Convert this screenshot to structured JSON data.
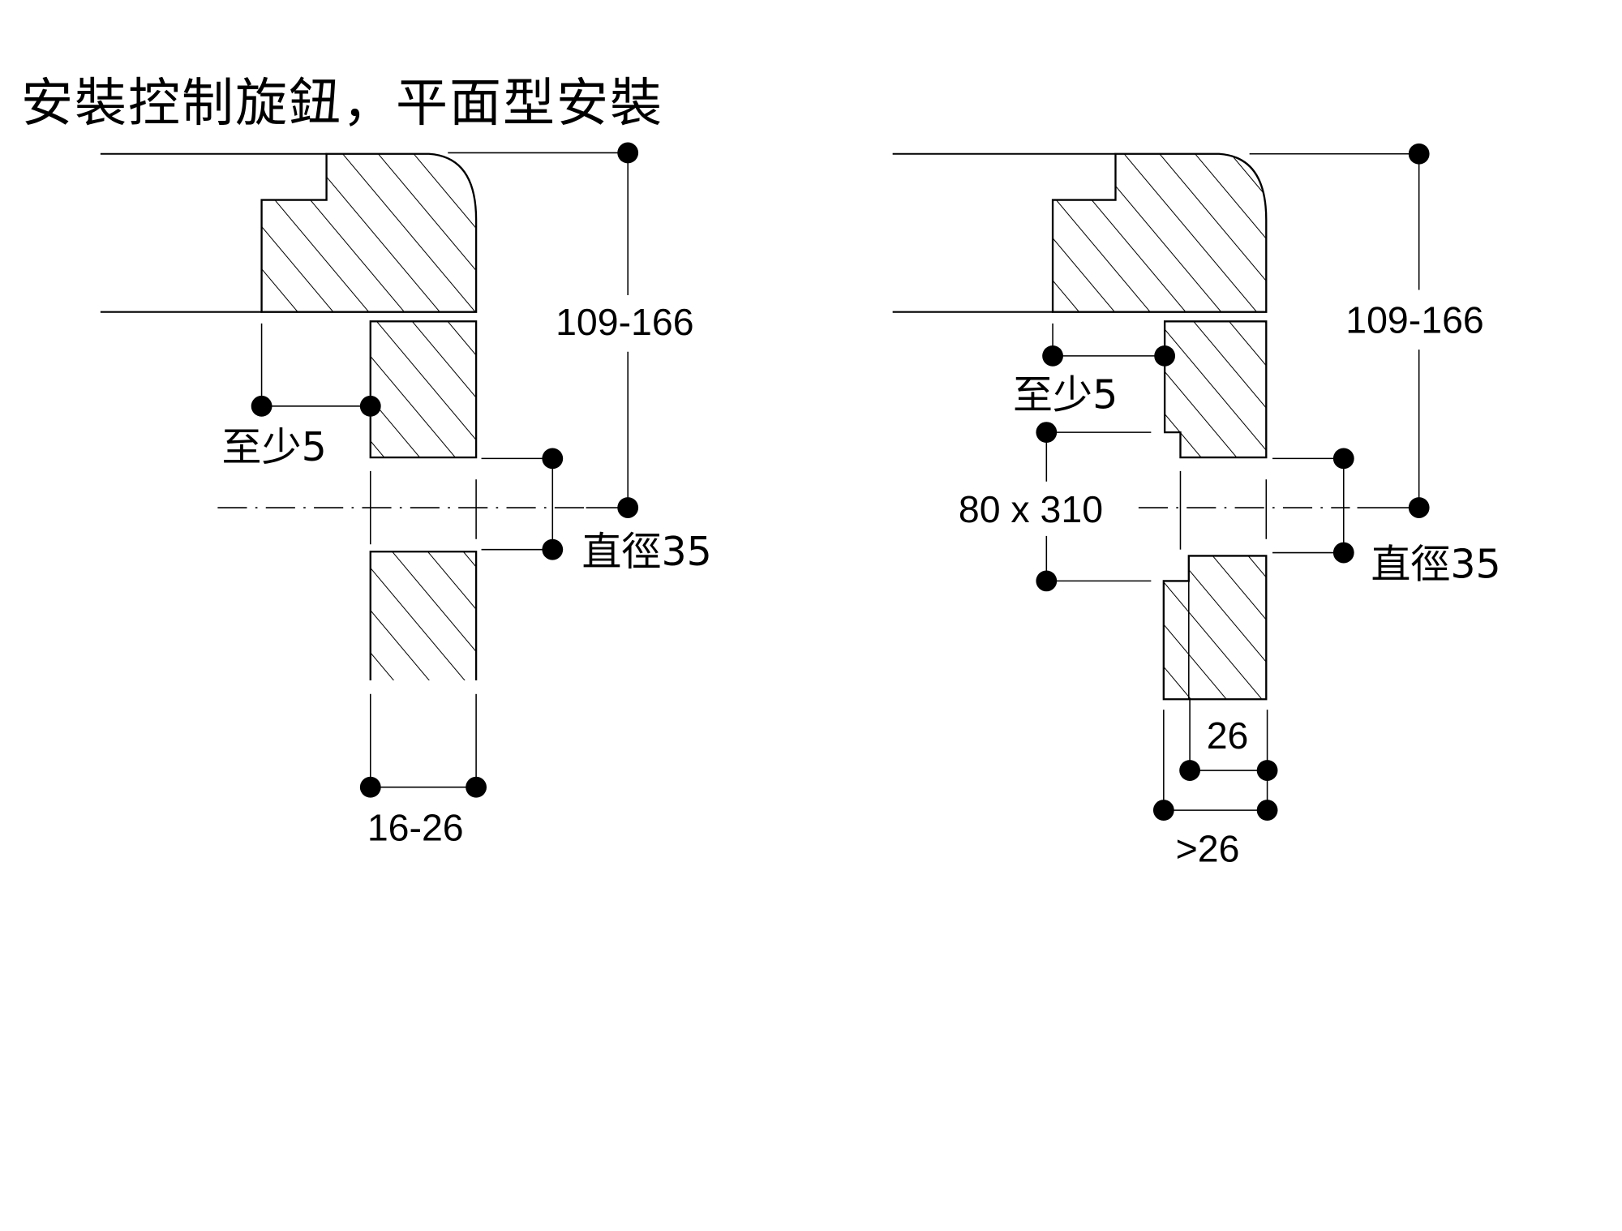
{
  "title": "安裝控制旋鈕，平面型安裝",
  "left_diagram": {
    "height_label": "109-166",
    "min_gap_label": "至少5",
    "diameter_label": "直徑35",
    "thickness_label": "16-26"
  },
  "right_diagram": {
    "height_label": "109-166",
    "min_gap_label": "至少5",
    "cutout_label": "80 x 310",
    "diameter_label": "直徑35",
    "inner_thickness_label": "26",
    "outer_thickness_label": ">26"
  }
}
